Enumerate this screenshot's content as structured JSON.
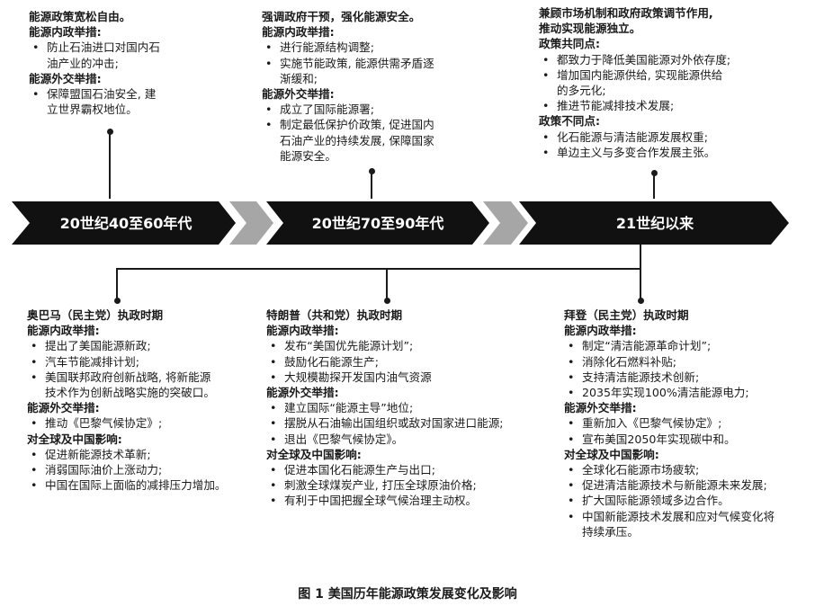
{
  "top_blocks": [
    {
      "head": [
        "能源政策宽松自由。"
      ],
      "sections": [
        {
          "title": "能源内政举措:",
          "items": [
            [
              "防止石油进口对国内石",
              "油产业的冲击;"
            ]
          ]
        },
        {
          "title": "能源外交举措:",
          "items": [
            [
              "保障盟国石油安全, 建",
              "立世界霸权地位。"
            ]
          ]
        }
      ]
    },
    {
      "head": [
        "强调政府干预，强化能源安全。"
      ],
      "sections": [
        {
          "title": "能源内政举措:",
          "items": [
            [
              "进行能源结构调整;"
            ],
            [
              "实施节能政策, 能源供需矛盾逐",
              "渐缓和;"
            ]
          ]
        },
        {
          "title": "能源外交举措:",
          "items": [
            [
              "成立了国际能源署;"
            ],
            [
              "制定最低保护价政策, 促进国内",
              "石油产业的持续发展, 保障国家",
              "能源安全。"
            ]
          ]
        }
      ]
    },
    {
      "head": [
        "兼顾市场机制和政府政策调节作用,",
        "推动实现能源独立。"
      ],
      "sections": [
        {
          "title": "政策共同点:",
          "items": [
            [
              "都致力于降低美国能源对外依存度;"
            ],
            [
              "增加国内能源供给, 实现能源供给",
              "的多元化;"
            ],
            [
              "推进节能减排技术发展;"
            ]
          ]
        },
        {
          "title": "政策不同点:",
          "items": [
            [
              "化石能源与清洁能源发展权重;"
            ],
            [
              "单边主义与多变合作发展主张。"
            ]
          ]
        }
      ]
    }
  ],
  "timeline": {
    "eras": [
      "20世纪40至60年代",
      "20世纪70至90年代",
      "21世纪以来"
    ],
    "colors": {
      "era": "#111111",
      "connector": "#a6a6a6",
      "text": "#ffffff"
    }
  },
  "bottom_blocks": [
    {
      "head": [
        "奥巴马（民主党）执政时期"
      ],
      "sections": [
        {
          "title": "能源内政举措:",
          "items": [
            [
              "提出了美国能源新政;"
            ],
            [
              "汽车节能减排计划;"
            ],
            [
              "美国联邦政府创新战略, 将新能源",
              "技术作为创新战略实施的突破口。"
            ]
          ]
        },
        {
          "title": "能源外交举措:",
          "items": [
            [
              "推动《巴黎气候协定》;"
            ]
          ]
        },
        {
          "title": "对全球及中国影响:",
          "items": [
            [
              "促进新能源技术革新;"
            ],
            [
              "消弱国际油价上涨动力;"
            ],
            [
              "中国在国际上面临的减排压力增加。"
            ]
          ]
        }
      ]
    },
    {
      "head": [
        "特朗普（共和党）执政时期"
      ],
      "sections": [
        {
          "title": "能源内政举措:",
          "items": [
            [
              "发布“美国优先能源计划”;"
            ],
            [
              "鼓励化石能源生产;"
            ],
            [
              "大规模勘探开发国内油气资源"
            ]
          ]
        },
        {
          "title": "能源外交举措:",
          "items": [
            [
              "建立国际“能源主导”地位;"
            ],
            [
              "摆脱从石油输出国组织或敌对国家进口能源;"
            ],
            [
              "退出《巴黎气候协定》。"
            ]
          ]
        },
        {
          "title": "对全球及中国影响:",
          "items": [
            [
              "促进本国化石能源生产与出口;"
            ],
            [
              "刺激全球煤炭产业, 打压全球原油价格;"
            ],
            [
              "有利于中国把握全球气候治理主动权。"
            ]
          ]
        }
      ]
    },
    {
      "head": [
        "拜登（民主党）执政时期"
      ],
      "sections": [
        {
          "title": "能源内政举措:",
          "items": [
            [
              "制定“清洁能源革命计划”;"
            ],
            [
              "消除化石燃料补贴;"
            ],
            [
              "支持清洁能源技术创新;"
            ],
            [
              "2035年实现100%清洁能源电力;"
            ]
          ]
        },
        {
          "title": "能源外交举措:",
          "items": [
            [
              "重新加入《巴黎气候协定》;"
            ],
            [
              "宣布美国2050年实现碳中和。"
            ]
          ]
        },
        {
          "title": "对全球及中国影响:",
          "items": [
            [
              "全球化石能源市场疲软;"
            ],
            [
              "促进清洁能源技术与新能源未来发展;"
            ],
            [
              "扩大国际能源领域多边合作。"
            ],
            [
              "中国新能源技术发展和应对气候变化将",
              "持续承压。"
            ]
          ]
        }
      ]
    }
  ],
  "caption": "图 1  美国历年能源政策发展变化及影响"
}
